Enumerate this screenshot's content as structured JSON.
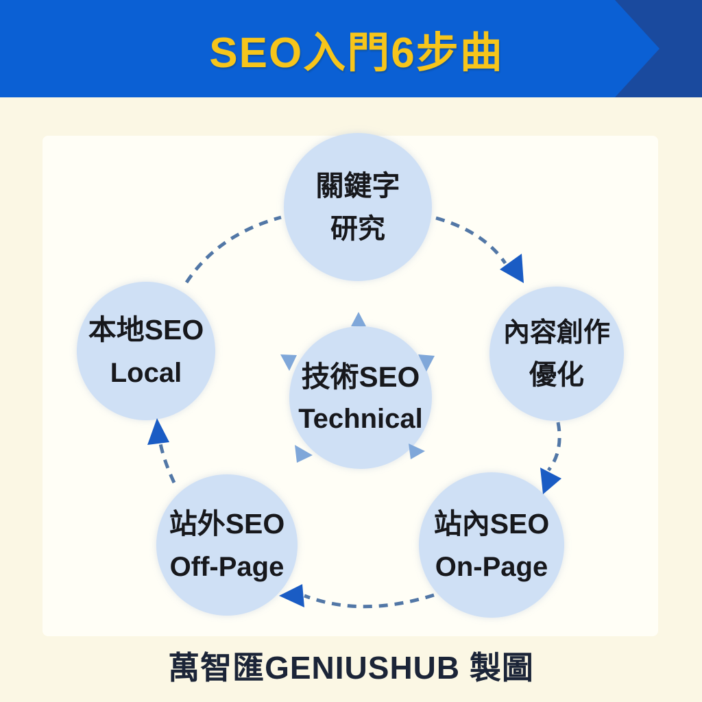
{
  "header": {
    "title": "SEO入門6步曲"
  },
  "diagram": {
    "center": {
      "line1": "技術SEO",
      "line2": "Technical"
    },
    "nodes": [
      {
        "line1": "關鍵字",
        "line2": "研究"
      },
      {
        "line1": "內容創作",
        "line2": "優化"
      },
      {
        "line1": "站內SEO",
        "line2": "On-Page"
      },
      {
        "line1": "站外SEO",
        "line2": "Off-Page"
      },
      {
        "line1": "本地SEO",
        "line2": "Local"
      }
    ]
  },
  "footer": {
    "credit": "萬智匯GENIUSHUB 製圖"
  },
  "colors": {
    "banner_blue": "#0b60d4",
    "banner_dark_blue": "#1a4a9e",
    "title_yellow": "#f6c51b",
    "background_cream": "#fbf7e4",
    "panel_white": "#fffef6",
    "node_fill": "#cfe0f5",
    "node_text": "#17181c",
    "dash_line": "#5277a6",
    "arrowhead_blue": "#1a5cc4",
    "small_triangle_blue": "#7fa7d9",
    "credit_navy": "#1b2437"
  }
}
